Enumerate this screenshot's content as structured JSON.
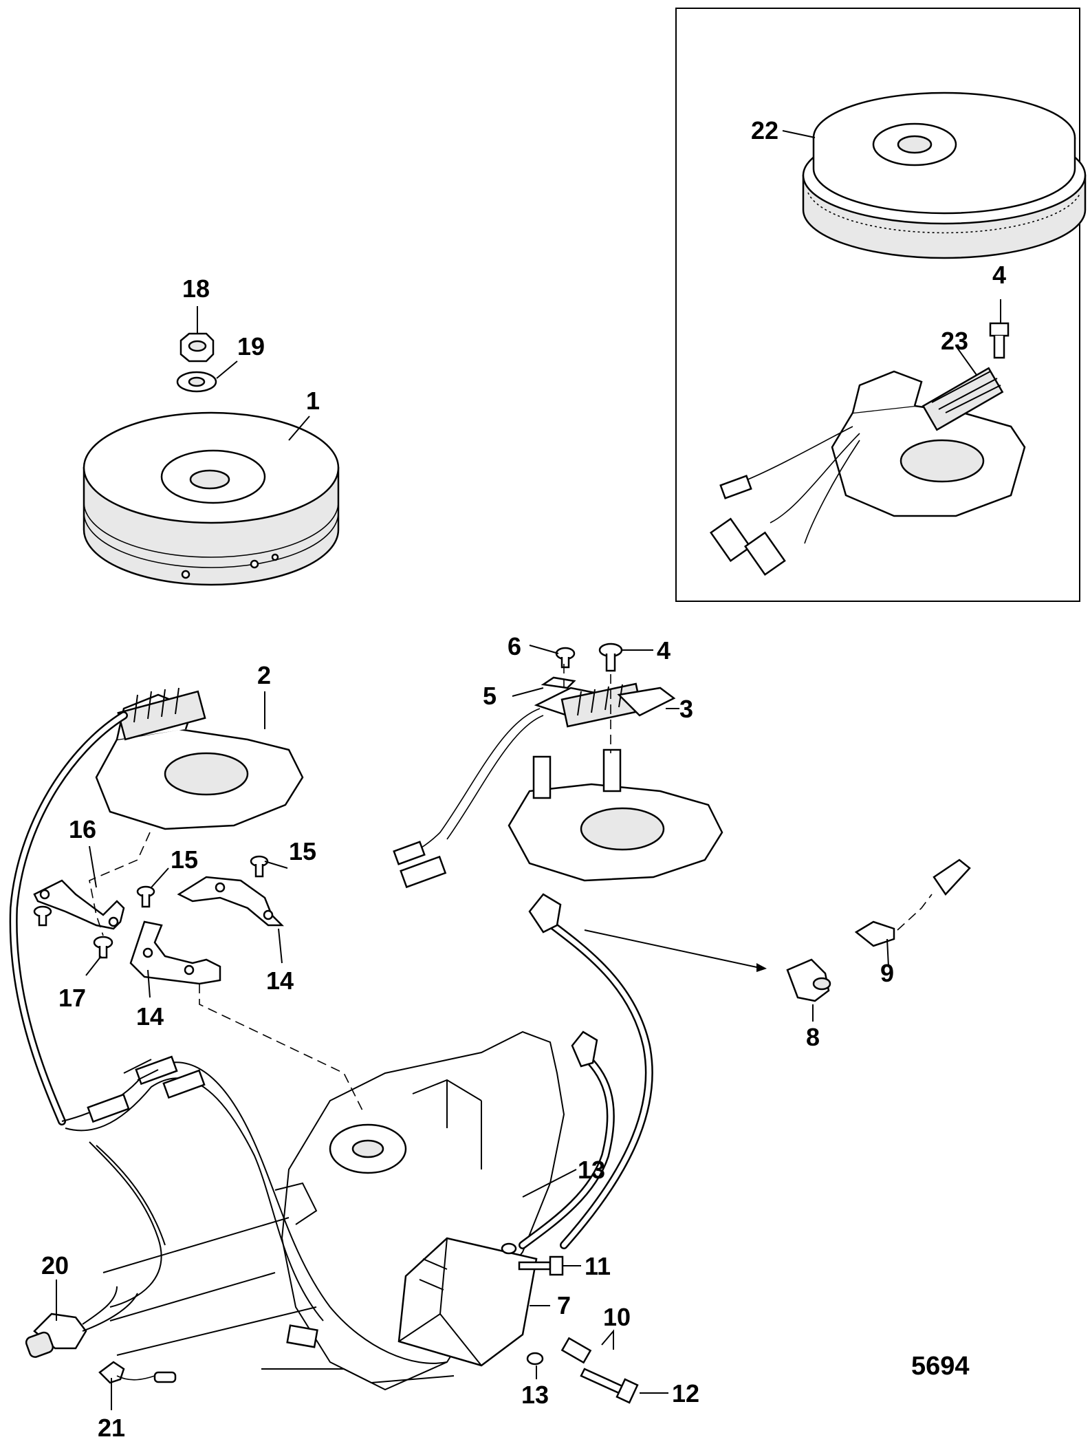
{
  "diagram": {
    "figure_number": "5694",
    "callouts": [
      {
        "id": "c1",
        "text": "1"
      },
      {
        "id": "c2",
        "text": "2"
      },
      {
        "id": "c3",
        "text": "3"
      },
      {
        "id": "c4a",
        "text": "4"
      },
      {
        "id": "c4b",
        "text": "4"
      },
      {
        "id": "c5",
        "text": "5"
      },
      {
        "id": "c6",
        "text": "6"
      },
      {
        "id": "c7",
        "text": "7"
      },
      {
        "id": "c8",
        "text": "8"
      },
      {
        "id": "c9",
        "text": "9"
      },
      {
        "id": "c10",
        "text": "10"
      },
      {
        "id": "c11",
        "text": "11"
      },
      {
        "id": "c12",
        "text": "12"
      },
      {
        "id": "c13a",
        "text": "13"
      },
      {
        "id": "c13b",
        "text": "13"
      },
      {
        "id": "c14a",
        "text": "14"
      },
      {
        "id": "c14b",
        "text": "14"
      },
      {
        "id": "c15a",
        "text": "15"
      },
      {
        "id": "c15b",
        "text": "15"
      },
      {
        "id": "c16",
        "text": "16"
      },
      {
        "id": "c17",
        "text": "17"
      },
      {
        "id": "c18",
        "text": "18"
      },
      {
        "id": "c19",
        "text": "19"
      },
      {
        "id": "c20",
        "text": "20"
      },
      {
        "id": "c21",
        "text": "21"
      },
      {
        "id": "c22",
        "text": "22"
      },
      {
        "id": "c23",
        "text": "23"
      }
    ]
  }
}
